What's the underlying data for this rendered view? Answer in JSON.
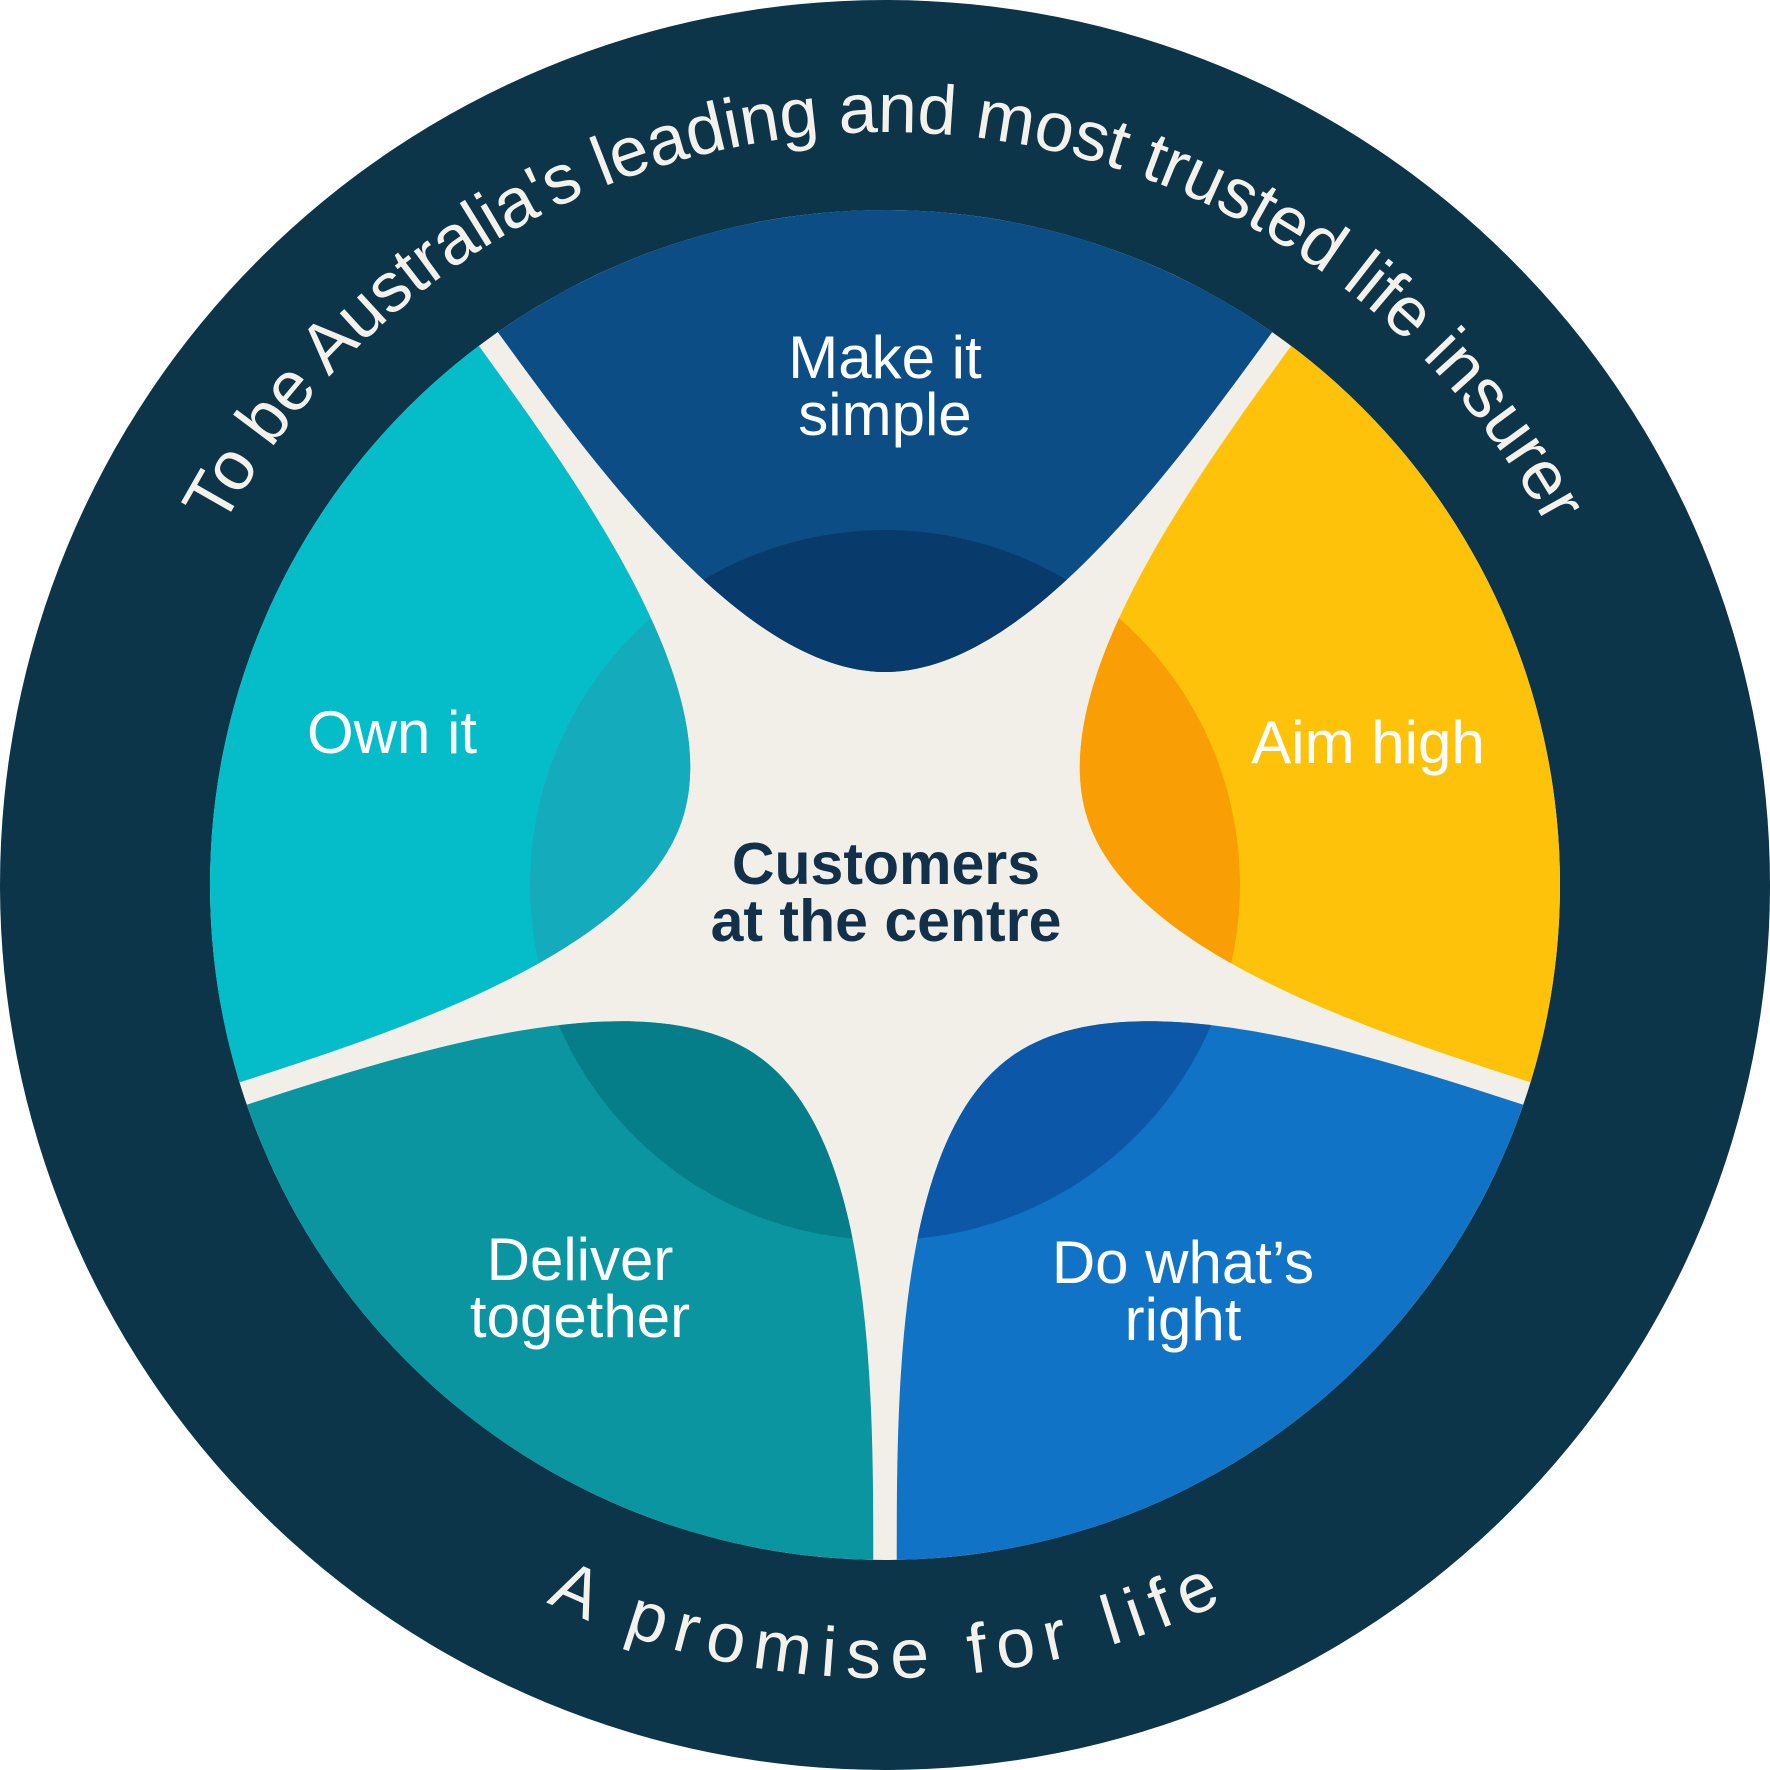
{
  "diagram": {
    "name": "customers-at-the-centre-values-wheel",
    "background_color": "#FFFFFF",
    "ring": {
      "color": "#0C3549",
      "text_color": "#F4F1EB",
      "vision_text": "To be Australia's leading and most trusted life insurer",
      "promise_text": "A promise for life"
    },
    "centre": {
      "background_color": "#F2EFE9",
      "text_color": "#13304A",
      "title_line1": "Customers",
      "title_line2": "at the centre"
    },
    "values": [
      {
        "name": "Make it simple",
        "line1": "Make it",
        "line2": "simple",
        "color": "#0C4D86",
        "shade_color": "#093A6C",
        "text_color": "#FFFFFF"
      },
      {
        "name": "Aim high",
        "line1": "Aim high",
        "line2": "",
        "color": "#FFC20A",
        "shade_color": "#FA9E06",
        "text_color": "#FFFFFF"
      },
      {
        "name": "Do what's right",
        "line1": "Do what’s",
        "line2": "right",
        "color": "#1173C5",
        "shade_color": "#0D57A8",
        "text_color": "#FFFFFF"
      },
      {
        "name": "Deliver together",
        "line1": "Deliver",
        "line2": "together",
        "color": "#0A95A0",
        "shade_color": "#057E8A",
        "text_color": "#FFFFFF"
      },
      {
        "name": "Own it",
        "line1": "Own it",
        "line2": "",
        "color": "#04BDC9",
        "shade_color": "#14ABBC",
        "text_color": "#FFFFFF"
      }
    ]
  }
}
